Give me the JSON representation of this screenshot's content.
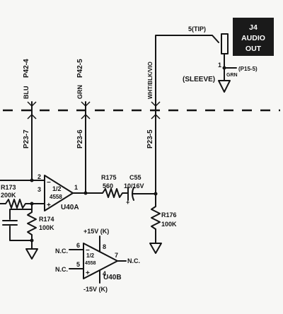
{
  "colors": {
    "ink": "#141414",
    "paper": "#f7f7f5",
    "label_box": "#1a1a1a",
    "label_text": "#ffffff"
  },
  "jack": {
    "title_line1": "J4",
    "title_line2": "AUDIO",
    "title_line3": "OUT",
    "tip": "5(TIP)",
    "pin1": "1",
    "sleeve": "(SLEEVE)",
    "grn": "GRN",
    "p15": "(P15-5)"
  },
  "wires": {
    "blu": "BLU",
    "p42_4": "P42-4",
    "grn": "GRN",
    "p42_5": "P42-5",
    "wht": "WHT/BLK/VIO",
    "p23_7": "P23-7",
    "p23_6": "P23-6",
    "p23_5": "P23-5"
  },
  "opamp_a": {
    "half": "1/2",
    "part": "4558",
    "ref": "U40A",
    "pin_inv": "2",
    "pin_noninv": "3",
    "pin_out": "1",
    "minus": "−",
    "plus": "+"
  },
  "opamp_b": {
    "half": "1/2",
    "part": "4558",
    "ref": "U40B",
    "pin6": "6",
    "pin5": "5",
    "pin7": "7",
    "pin8": "8",
    "pin4": "4",
    "nc_in": "N.C.",
    "nc_in2": "N.C.",
    "nc_out": "N.C.",
    "supply_pos": "+15V (K)",
    "supply_neg": "-15V (K)"
  },
  "components": {
    "r173_ref": "R173",
    "r173_val": "200K",
    "r174_ref": "R174",
    "r174_val": "100K",
    "r175_ref": "R175",
    "r175_val": "560",
    "c55_ref": "C55",
    "c55_val": "10/16V",
    "c55_plus": "+",
    "r176_ref": "R176",
    "r176_val": "100K"
  }
}
